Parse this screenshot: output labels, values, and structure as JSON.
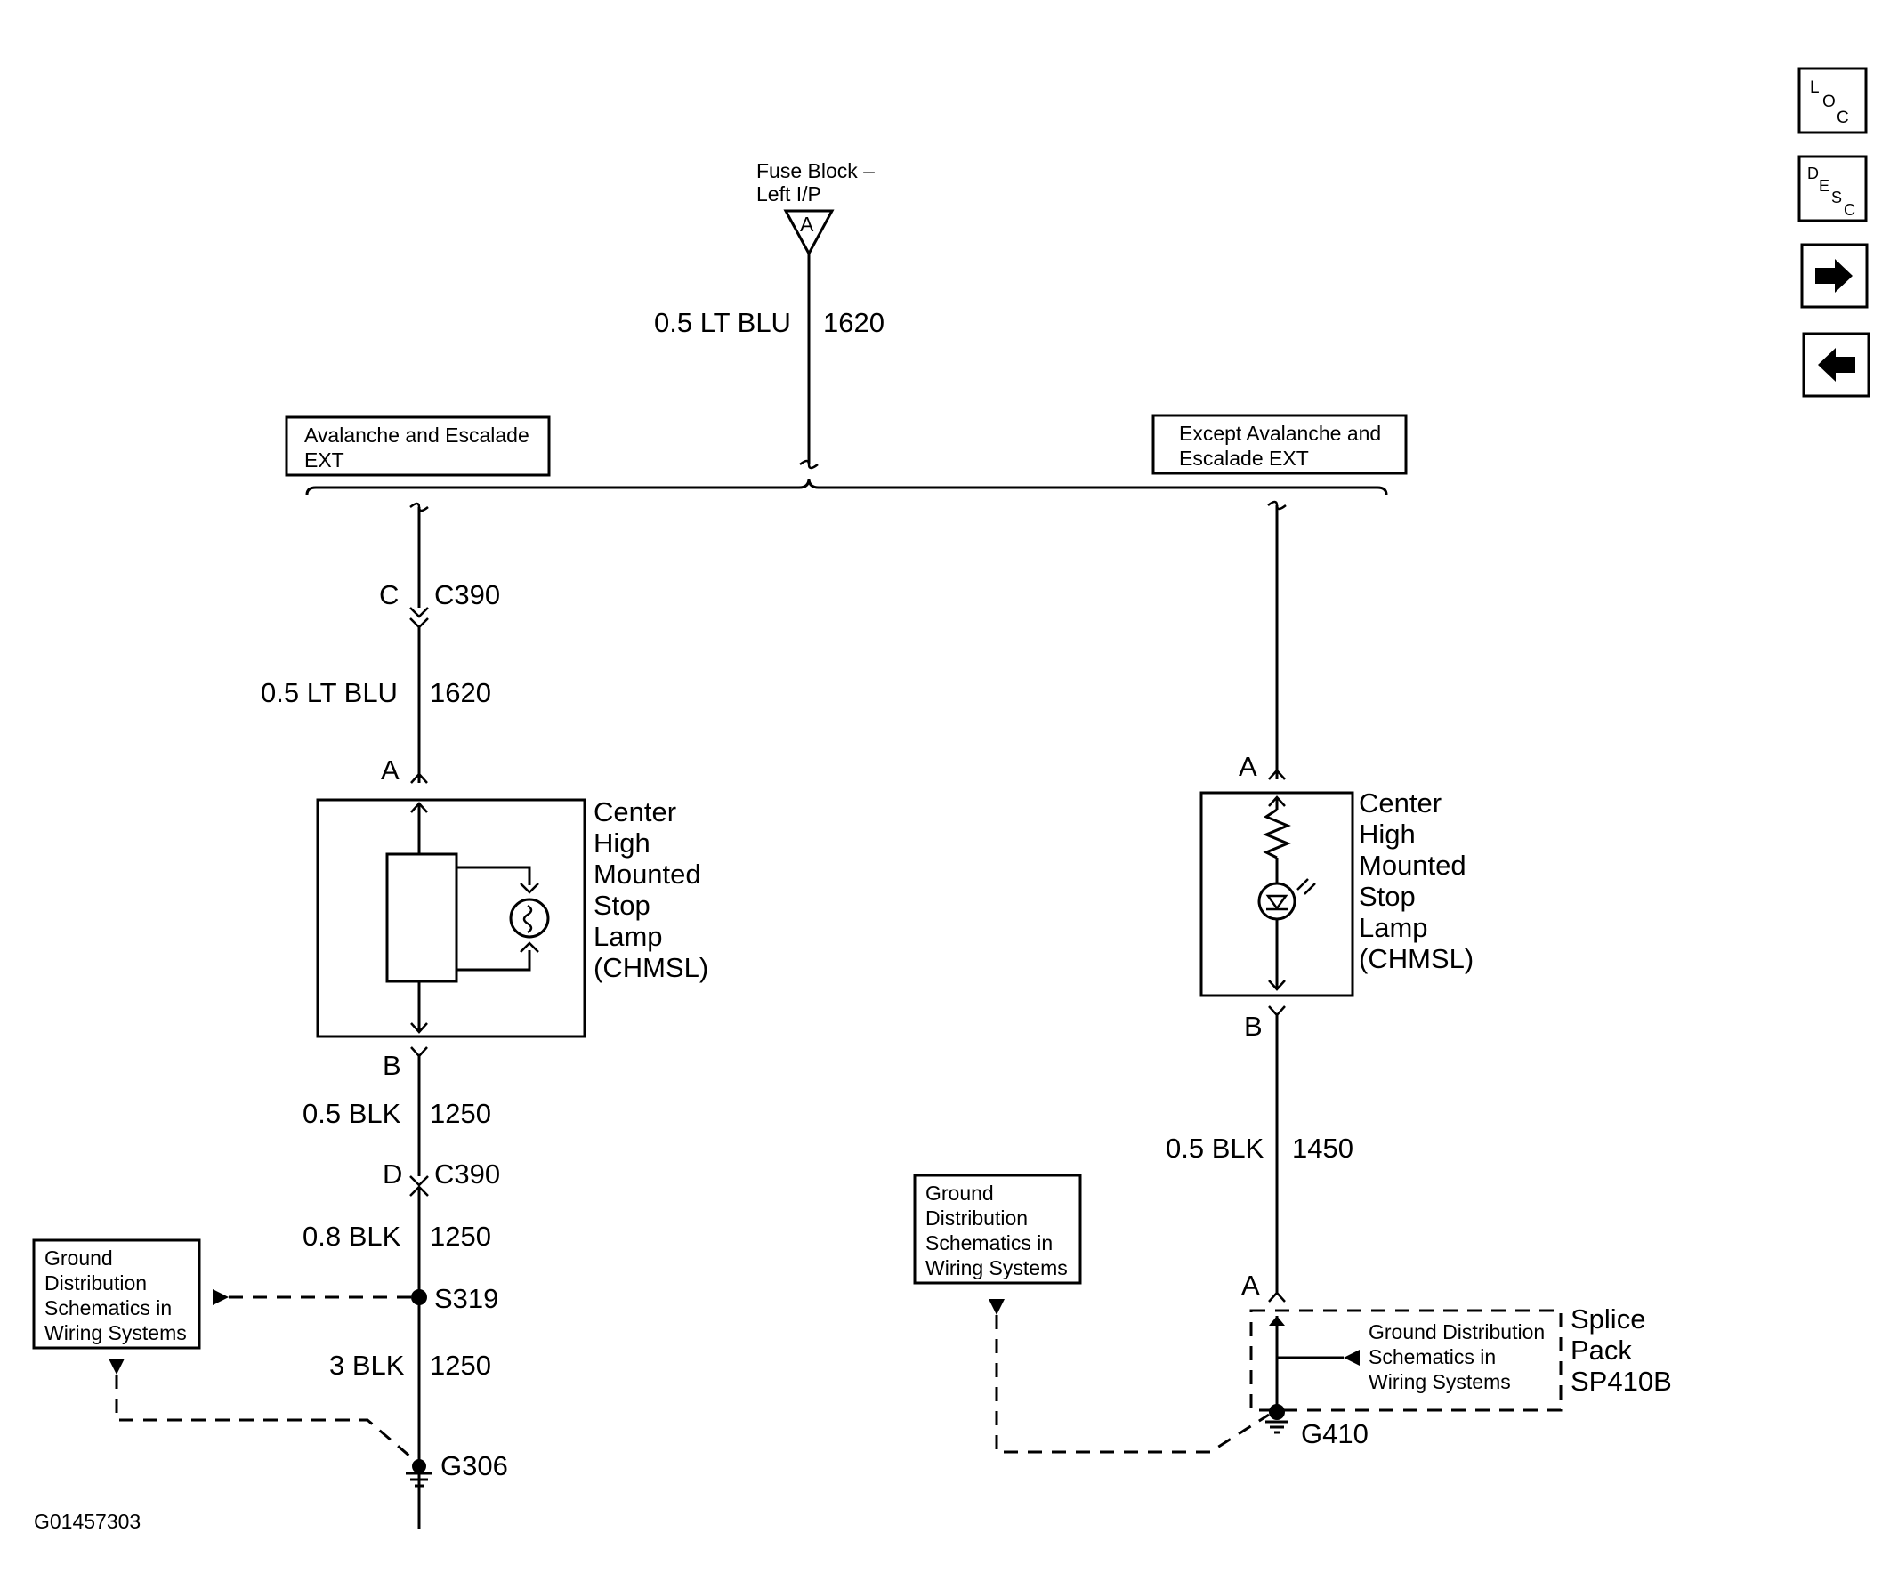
{
  "source": {
    "name": "Fuse Block –",
    "name2": "Left I/P",
    "terminal": "A"
  },
  "top_wire": {
    "size_color": "0.5 LT BLU",
    "circuit": "1620"
  },
  "options": {
    "left": [
      "Avalanche and Escalade",
      "EXT"
    ],
    "right": [
      "Except Avalanche and",
      "Escalade EXT"
    ]
  },
  "left_branch": {
    "connector_top": {
      "pin": "C",
      "id": "C390"
    },
    "wire1": {
      "size_color": "0.5 LT BLU",
      "circuit": "1620"
    },
    "lamp_pin_a": "A",
    "lamp_pin_b": "B",
    "lamp_label": [
      "Center",
      "High",
      "Mounted",
      "Stop",
      "Lamp",
      "(CHMSL)"
    ],
    "wire2": {
      "size_color": "0.5 BLK",
      "circuit": "1250"
    },
    "connector_bottom": {
      "pin": "D",
      "id": "C390"
    },
    "wire3": {
      "size_color": "0.8 BLK",
      "circuit": "1250"
    },
    "splice": "S319",
    "wire4": {
      "size_color": "3 BLK",
      "circuit": "1250"
    },
    "ground": "G306",
    "ref_box": [
      "Ground",
      "Distribution",
      "Schematics in",
      "Wiring Systems"
    ]
  },
  "right_branch": {
    "lamp_pin_a": "A",
    "lamp_pin_b": "B",
    "lamp_label": [
      "Center",
      "High",
      "Mounted",
      "Stop",
      "Lamp",
      "(CHMSL)"
    ],
    "wire1": {
      "size_color": "0.5 BLK",
      "circuit": "1450"
    },
    "splice_pin": "A",
    "ref_box": [
      "Ground",
      "Distribution",
      "Schematics in",
      "Wiring Systems"
    ],
    "splice_pack_ref": [
      "Ground Distribution",
      "Schematics in",
      "Wiring Systems"
    ],
    "splice_pack": [
      "Splice",
      "Pack",
      "SP410B"
    ],
    "ground": "G410"
  },
  "figure_id": "G01457303",
  "nav": {
    "loc": {
      "l": "L",
      "o": "O",
      "c": "C"
    },
    "desc": {
      "d": "D",
      "e": "E",
      "s": "S",
      "c": "C"
    },
    "next_icon": "right-arrow-icon",
    "prev_icon": "left-arrow-icon"
  }
}
